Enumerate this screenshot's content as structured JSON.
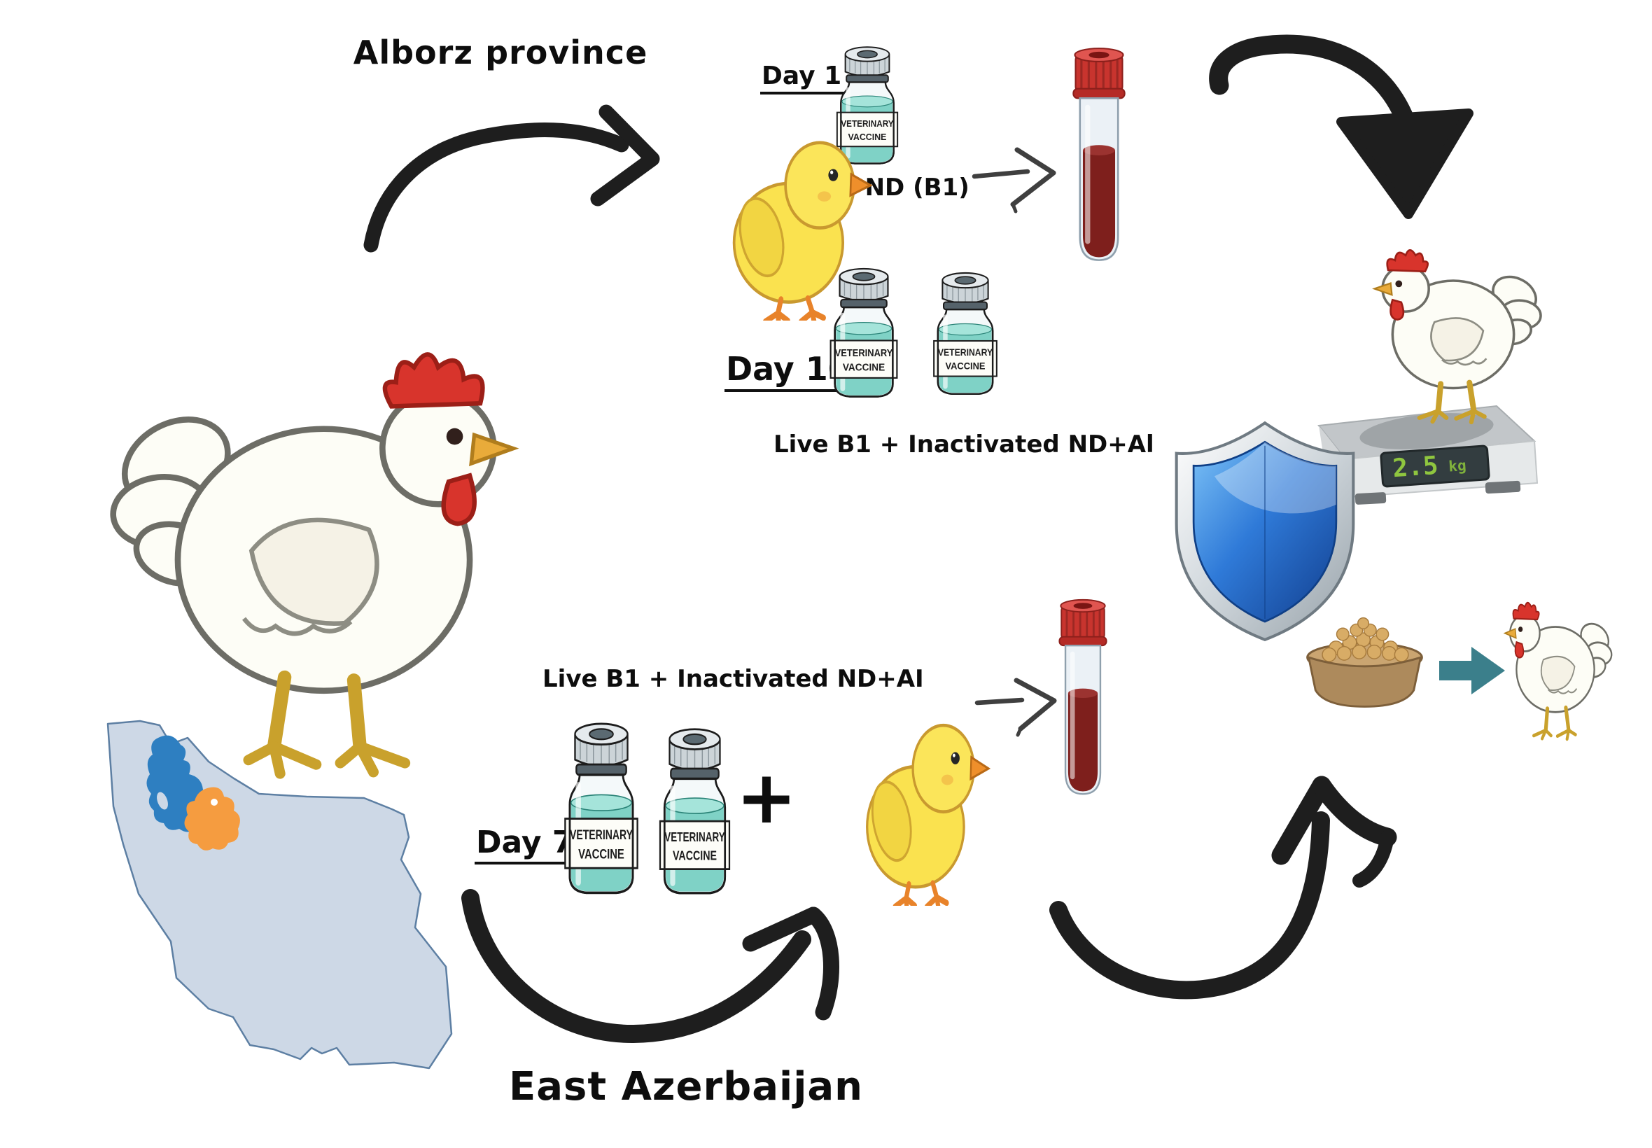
{
  "title_top": "Alborz province",
  "title_bottom": "East Azerbaijan",
  "timeline": {
    "day1_label": "Day 1",
    "day1_vaccine": "Live ND (B1)",
    "day10_label": "Day 10",
    "day10_vaccine": "Live B1 +  Inactivated ND+Al",
    "day7_label": "Day 7",
    "day7_vaccine": "Live B1 + Inactivated ND+AI",
    "plus_sign": "+"
  },
  "vial_label": {
    "line1": "VETERINARY",
    "line2": "VACCINE"
  },
  "scale_display": {
    "value": "2.5",
    "unit": "kg",
    "digit_color": "#8fc63f"
  },
  "map": {
    "base_color": "#cdd8e6",
    "region_blue": "#2e7fc1",
    "region_orange": "#f59c40"
  },
  "colors": {
    "arrow_black": "#1e1e1e",
    "arrow_teal": "#3b7f8b",
    "blood_red": "#7e1f1c",
    "shield_blue": "#2a6fd0",
    "vaccine_liquid": "#7fd2c6"
  }
}
